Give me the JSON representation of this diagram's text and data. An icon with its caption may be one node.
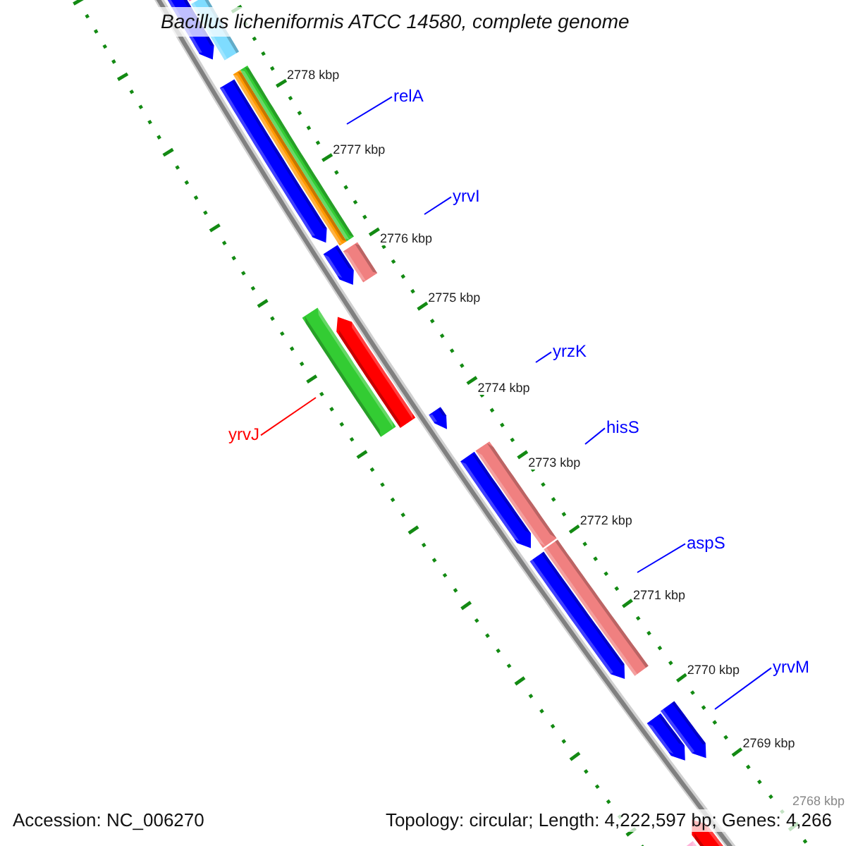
{
  "diagram": {
    "title": "Bacillus licheniformis ATCC 14580, complete genome",
    "nodes": [
      {
        "text": [
          "relA"
        ]
      },
      {
        "text": [
          "yrvI"
        ]
      },
      {
        "text": [
          "yrzK"
        ]
      },
      {
        "text": [
          "hisS"
        ]
      },
      {
        "text": [
          "yrvJ"
        ]
      },
      {
        "text": [
          "aspS"
        ]
      },
      {
        "text": [
          "yrvM"
        ]
      }
    ],
    "edges": [
      {
        "from": 0,
        "to": null,
        "arrow": "none"
      },
      {
        "from": 1,
        "to": null,
        "arrow": "none"
      },
      {
        "from": 2,
        "to": null,
        "arrow": "none"
      },
      {
        "from": 3,
        "to": null,
        "arrow": "none"
      },
      {
        "from": 4,
        "to": null,
        "arrow": "none",
        "color": "#ff0000"
      },
      {
        "from": 5,
        "to": null,
        "arrow": "none"
      },
      {
        "from": 6,
        "to": null,
        "arrow": "none"
      }
    ],
    "labels": [
      "2778 kbp",
      "2777 kbp",
      "2776 kbp",
      "2775 kbp",
      "2774 kbp",
      "2773 kbp",
      "2772 kbp",
      "2771 kbp",
      "2770 kbp",
      "2769 kbp",
      "2768 kbp",
      "Accession: NC_006270",
      "Topology: circular; Length: 4,222,597 bp; Genes: 4,266"
    ]
  }
}
